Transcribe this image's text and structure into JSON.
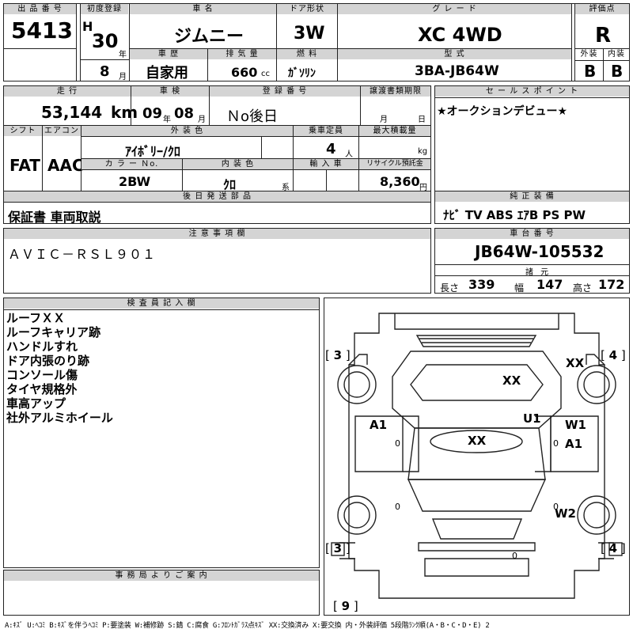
{
  "top": {
    "lot_label": "出 品 番 号",
    "lot_number": "5413",
    "first_reg_label": "初度登録",
    "era": "H",
    "year": "30",
    "year_unit": "年",
    "month": "8",
    "month_unit": "月",
    "car_name_label": "車 名",
    "car_name": "ジムニー",
    "door_label": "ドア形状",
    "door": "3W",
    "grade_label": "グ レ ー ド",
    "grade": "XC 4WD",
    "score_label": "評価点",
    "score": "R",
    "history_label": "車 歴",
    "history": "自家用",
    "displacement_label": "排 気 量",
    "displacement": "660",
    "displacement_unit": "cc",
    "fuel_label": "燃 料",
    "fuel": "ｶﾞｿﾘﾝ",
    "model_label": "型 式",
    "model": "3BA-JB64W",
    "ext_grade_label": "外装",
    "ext_grade": "B",
    "int_grade_label": "内装",
    "int_grade": "B"
  },
  "row2": {
    "mileage_label": "走 行",
    "mileage": "53,144",
    "mileage_unit": "km",
    "inspection_label": "車 検",
    "insp_year": "09",
    "insp_year_unit": "年",
    "insp_month": "08",
    "insp_month_unit": "月",
    "reg_label": "登 録 番 号",
    "reg": "Ｎo後日",
    "transfer_label": "譲渡書類期限",
    "transfer_month_unit": "月",
    "transfer_day_unit": "日",
    "sales_point_label": "セ ー ル ス ポ イ ン ト",
    "sales_point": "★オークションデビュー★"
  },
  "row3": {
    "shift_label": "シフト",
    "shift": "FAT",
    "ac_label": "エアコン",
    "ac": "AAC",
    "ext_color_label": "外 装 色",
    "ext_color": "ｱｲﾎﾞﾘｰ/ｸﾛ",
    "capacity_label": "乗車定員",
    "capacity": "4",
    "capacity_unit": "人",
    "load_label": "最大積載量",
    "load_unit": "kg",
    "color_no_label": "カ ラ ー Ｎo.",
    "color_no": "2BW",
    "int_color_label": "内 装 色",
    "int_color": "ｸﾛ",
    "int_color_unit": "系",
    "import_label": "輸 入 車",
    "recycle_label": "リサイクル預託金",
    "recycle": "8,360",
    "recycle_unit": "円"
  },
  "later_parts": {
    "label": "後 日 発 送 部 品",
    "value": "保証書 車両取説"
  },
  "equipment": {
    "label": "純 正 装 備",
    "value": "ﾅﾋﾞ TV ABS ｴｱB PS PW"
  },
  "notes": {
    "label": "注 意 事 項 欄",
    "value": "ＡＶＩＣ－ＲＳＬ９０１"
  },
  "chassis": {
    "label": "車 台 番 号",
    "value": "JB64W-105532",
    "dims_label": "諸 元",
    "length_label": "長さ",
    "length": "339",
    "width_label": "幅",
    "width": "147",
    "height_label": "高さ",
    "height": "172"
  },
  "inspector": {
    "label": "検 査 員 記 入 欄",
    "lines": [
      "ルーフＸＸ",
      "ルーフキャリア跡",
      "ハンドルすれ",
      "ドア内張のり跡",
      "コンソール傷",
      "タイヤ規格外",
      "車高アップ",
      "社外アルミホイール"
    ]
  },
  "office": {
    "label": "事 務 局 よ り ご 案 内"
  },
  "diagram": {
    "marks": [
      "XX",
      "XX",
      "XX",
      "U1",
      "A1",
      "W1",
      "A1",
      "W2"
    ],
    "tires": [
      "3",
      "4",
      "3",
      "4",
      "9"
    ],
    "zeros": [
      "0",
      "0",
      "0",
      "0",
      "0"
    ]
  },
  "legend": "A:ｷｽﾞ U:ﾍｺﾐ B:ｷｽﾞを伴うﾍｺﾐ P:要塗装 W:補修跡 S:錆 C:腐食 G:ﾌﾛﾝﾄｶﾞﾗｽ点ｷｽﾞ XX:交換済み X:要交換  内・外装評価 5段階ﾗﾝｸ順(A・B・C・D・E) 2"
}
